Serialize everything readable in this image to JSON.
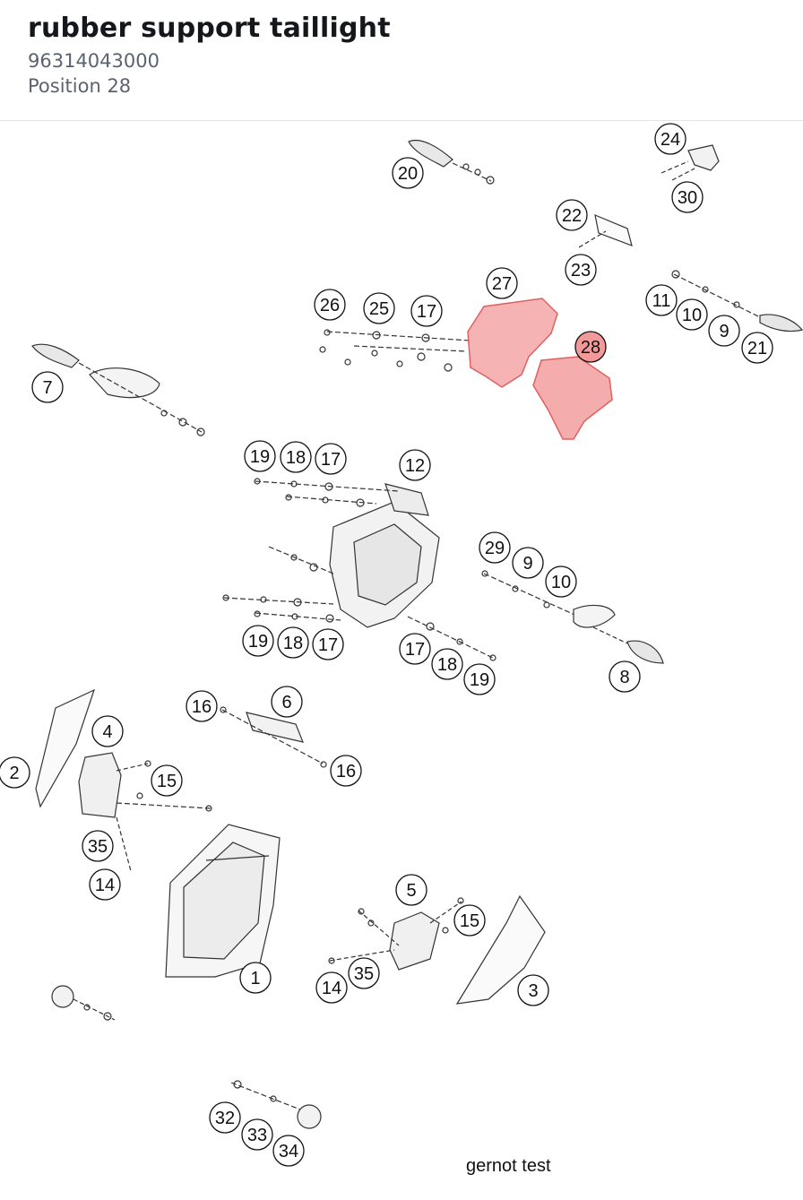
{
  "part": {
    "title": "rubber support taillight",
    "number": "96314043000",
    "position": "Position 28"
  },
  "highlight": {
    "position_number": "28",
    "related_position": "27",
    "color": "#f08080"
  },
  "callouts": [
    "20",
    "24",
    "30",
    "22",
    "23",
    "27",
    "26",
    "25",
    "17",
    "28",
    "11",
    "10",
    "9",
    "21",
    "7",
    "19",
    "18",
    "17",
    "12",
    "29",
    "9",
    "10",
    "19",
    "18",
    "17",
    "17",
    "18",
    "19",
    "8",
    "16",
    "6",
    "16",
    "4",
    "2",
    "15",
    "35",
    "14",
    "1",
    "5",
    "15",
    "35",
    "14",
    "3",
    "32",
    "33",
    "34"
  ],
  "footer": {
    "note": "gernot test"
  }
}
